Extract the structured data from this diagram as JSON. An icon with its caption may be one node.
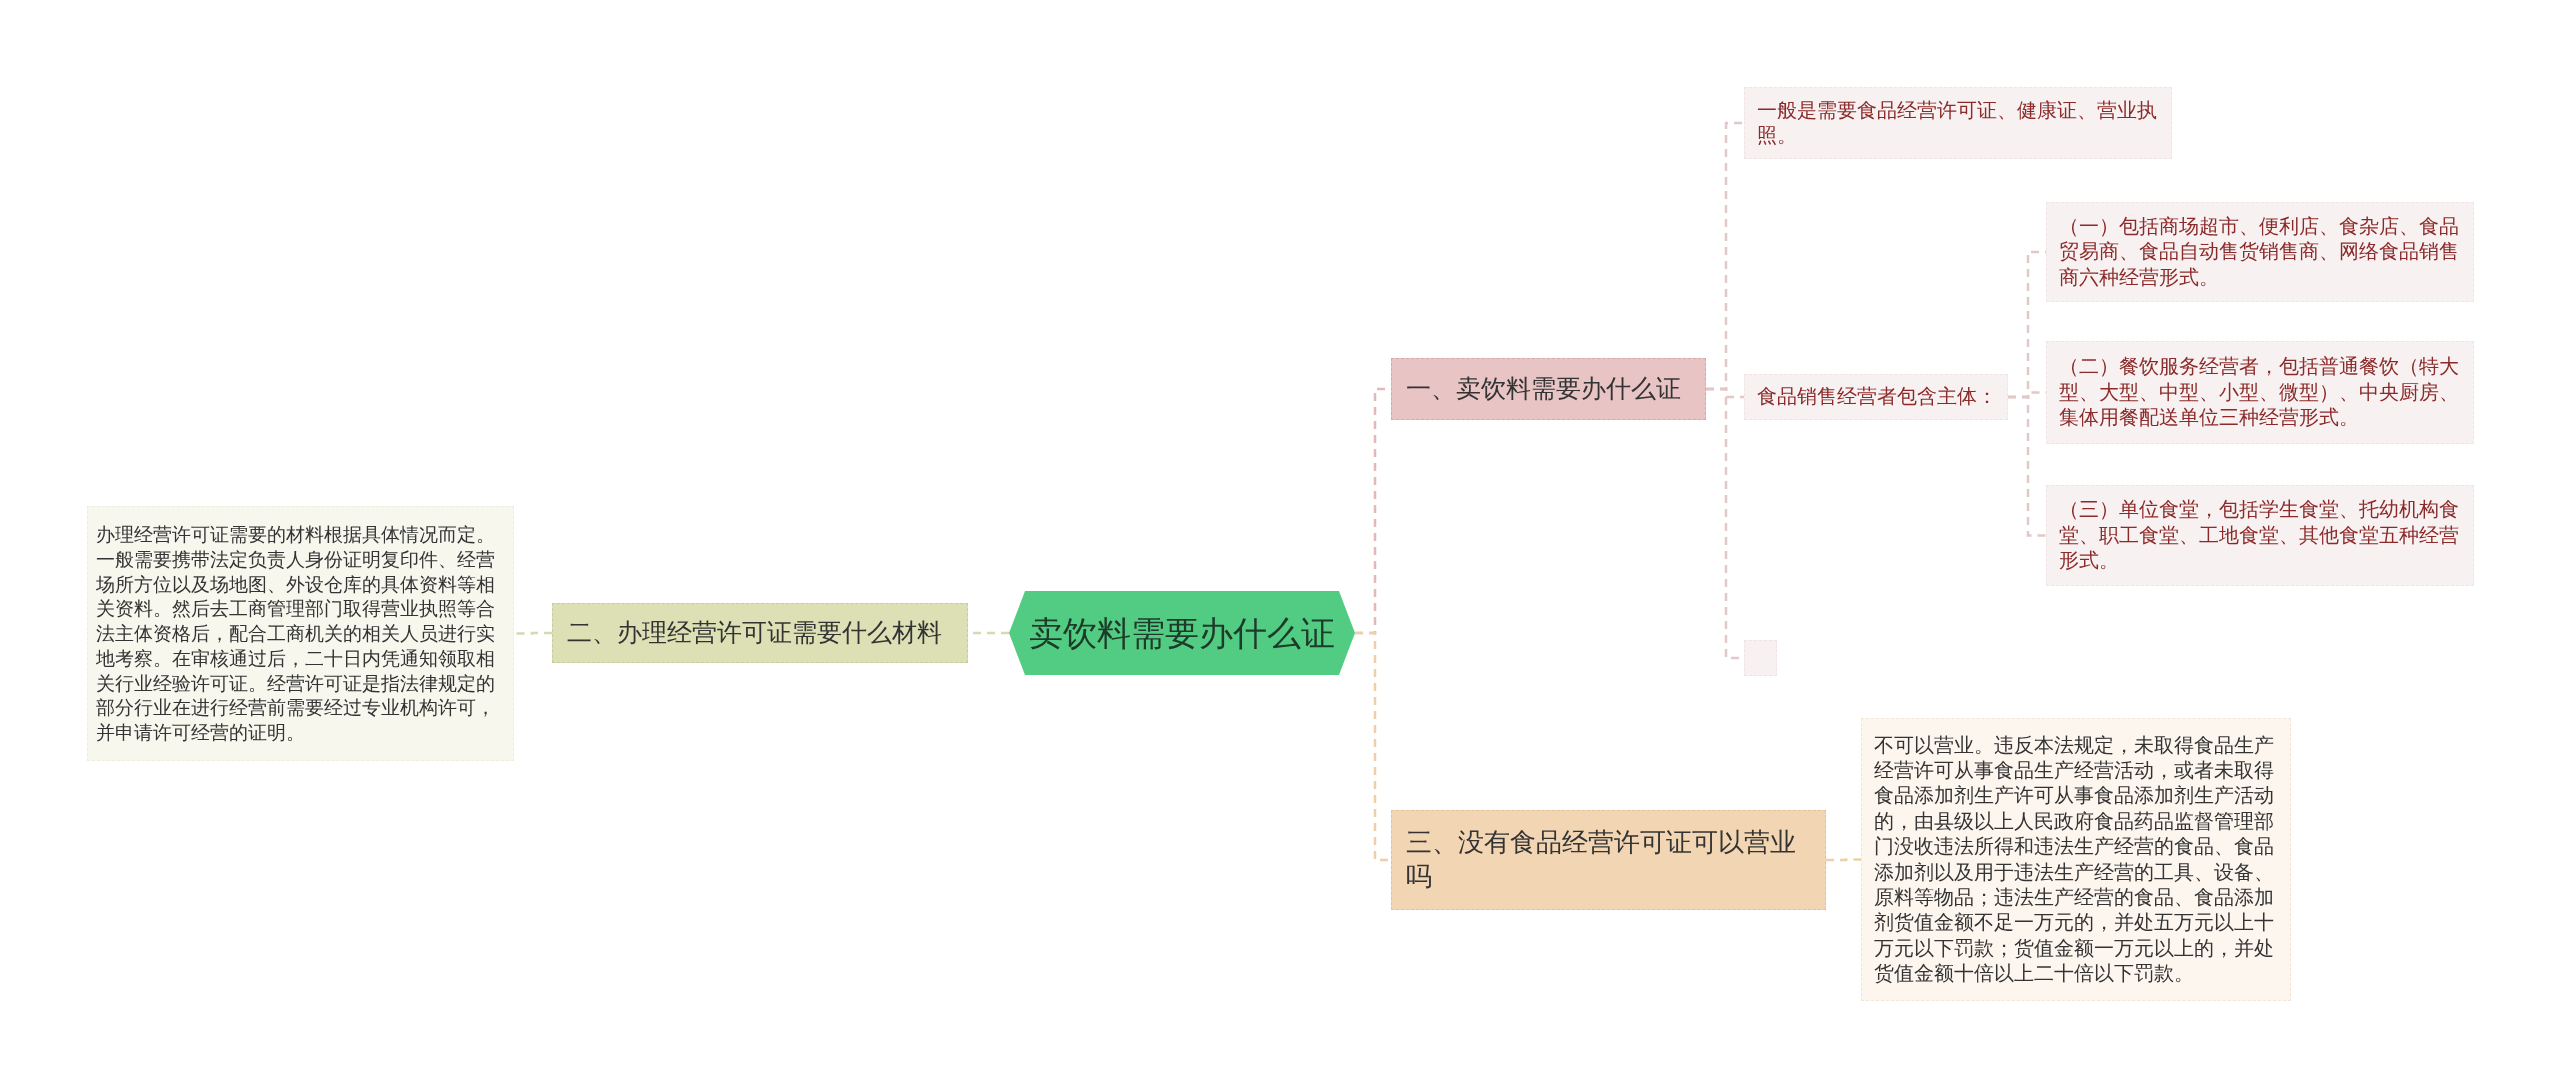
{
  "diagram": {
    "nodes": [
      {
        "text": [
          "卖饮料需要办什么证"
        ]
      },
      {
        "text": [
          "一、卖饮料需要办什么证"
        ]
      },
      {
        "text": [
          "一般是需要食品经营许可证、健康证、营业执照。"
        ]
      },
      {
        "text": [
          "食品销售经营者包含主体："
        ]
      },
      {
        "text": [
          "（一）包括商场超市、便利店、食杂店、食品贸易商、食品自动售货销售商、网络食品销售商六种经营形式。"
        ]
      },
      {
        "text": [
          "（二）餐饮服务经营者，包括普通餐饮（特大型、大型、中型、小型、微型）、中央厨房、集体用餐配送单位三种经营形式。"
        ]
      },
      {
        "text": [
          "（三）单位食堂，包括学生食堂、托幼机构食堂、职工食堂、工地食堂、其他食堂五种经营形式。"
        ]
      },
      {
        "text": [],
        "shape": "box"
      },
      {
        "text": [
          "三、没有食品经营许可证可以营业吗"
        ]
      },
      {
        "text": [
          "不可以营业。违反本法规定，未取得食品生产经营许可从事食品生产经营活动，或者未取得食品添加剂生产许可从事食品添加剂生产活动的，由县级以上人民政府食品药品监督管理部门没收违法所得和违法生产经营的食品、食品添加剂以及用于违法生产经营的工具、设备、原料等物品；违法生产经营的食品、食品添加剂货值金额不足一万元的，并处五万元以上十万元以下罚款；货值金额一万元以上的，并处货值金额十倍以上二十倍以下罚款。"
        ]
      },
      {
        "text": [
          "二、办理经营许可证需要什么材料"
        ]
      },
      {
        "text": [
          "办理经营许可证需要的材料根据具体情况而定。一般需要携带法定负责人身份证明复印件、经营场所方位以及场地图、外设仓库的具体资料等相关资料。然后去工商管理部门取得营业执照等合法主体资格后，配合工商机关的相关人员进行实地考察。在审核通过后，二十日内凭通知领取相关行业经验许可证。经营许可证是指法律规定的部分行业在进行经营前需要经过专业机构许可，并申请许可经营的证明。"
        ]
      }
    ],
    "edges": [
      {
        "from": 0,
        "to": 1,
        "arrow": "none",
        "color": "#e3b8b8"
      },
      {
        "from": 1,
        "to": 2,
        "arrow": "none",
        "color": "#e3c8c8"
      },
      {
        "from": 1,
        "to": 3,
        "arrow": "none",
        "color": "#e3c8c8"
      },
      {
        "from": 1,
        "to": 7,
        "arrow": "none",
        "color": "#e3c8c8"
      },
      {
        "from": 3,
        "to": 4,
        "arrow": "none",
        "color": "#e3c8c8"
      },
      {
        "from": 3,
        "to": 5,
        "arrow": "none",
        "color": "#e3c8c8"
      },
      {
        "from": 3,
        "to": 6,
        "arrow": "none",
        "color": "#e3c8c8"
      },
      {
        "from": 0,
        "to": 8,
        "arrow": "none",
        "color": "#efcfa8"
      },
      {
        "from": 8,
        "to": 9,
        "arrow": "none",
        "color": "#efcfa8"
      },
      {
        "from": 0,
        "to": 10,
        "arrow": "none",
        "color": "#d6dab0"
      },
      {
        "from": 10,
        "to": 11,
        "arrow": "none",
        "color": "#d6dab0"
      }
    ]
  }
}
